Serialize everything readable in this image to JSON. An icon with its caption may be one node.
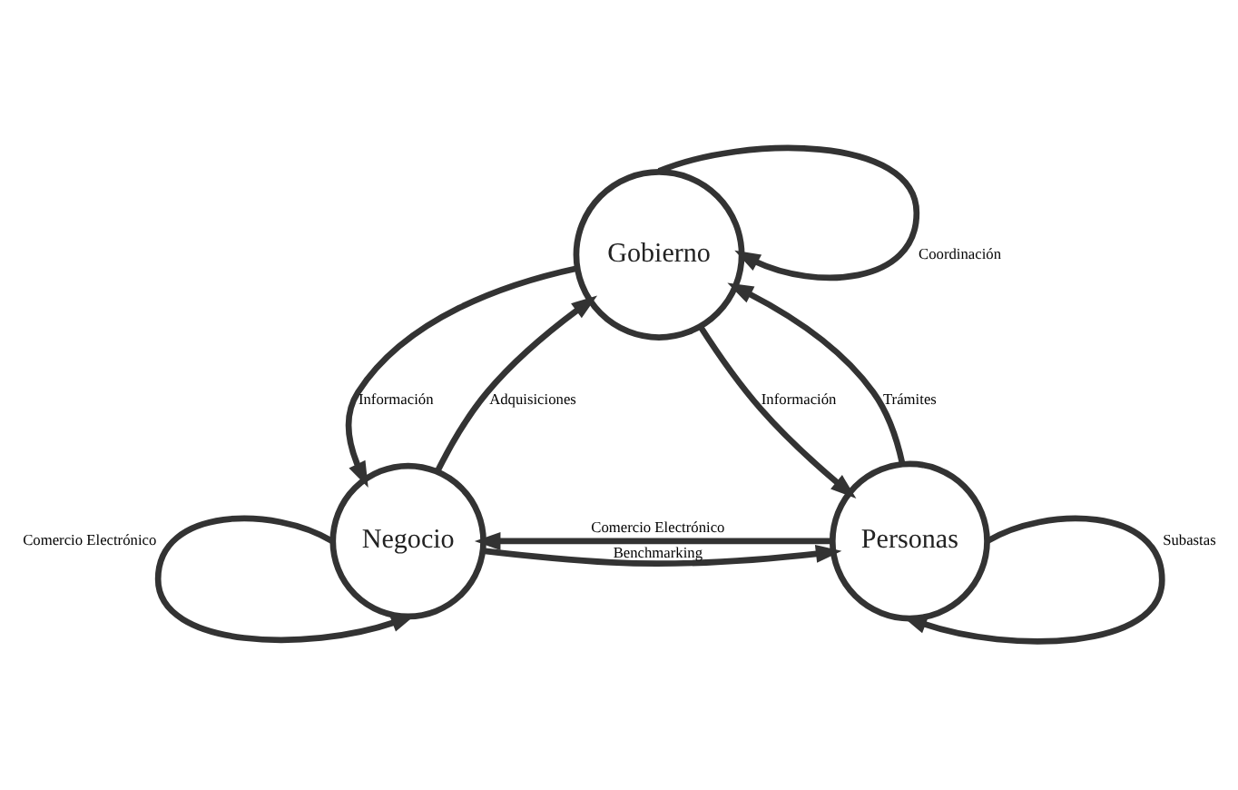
{
  "diagram": {
    "nodes": [
      {
        "text": [
          "Gobierno"
        ]
      },
      {
        "text": [
          "Negocio"
        ]
      },
      {
        "text": [
          "Personas"
        ]
      }
    ],
    "edges": [
      {
        "from": 0,
        "to": 0,
        "arrow": "to",
        "label": "Coordinación"
      },
      {
        "from": 1,
        "to": 0,
        "arrow": "to",
        "label": "Adquisiciones"
      },
      {
        "from": 0,
        "to": 1,
        "arrow": "to",
        "label": "Información"
      },
      {
        "from": 0,
        "to": 2,
        "arrow": "to",
        "label": "Información"
      },
      {
        "from": 2,
        "to": 0,
        "arrow": "to",
        "label": "Trámites"
      },
      {
        "from": 2,
        "to": 1,
        "arrow": "to",
        "label": "Comercio Electrónico"
      },
      {
        "from": 1,
        "to": 2,
        "arrow": "to",
        "label": "Benchmarking"
      },
      {
        "from": 1,
        "to": 1,
        "arrow": "to",
        "label": "Comercio Electrónico"
      },
      {
        "from": 2,
        "to": 2,
        "arrow": "to",
        "label": "Subastas"
      }
    ]
  }
}
